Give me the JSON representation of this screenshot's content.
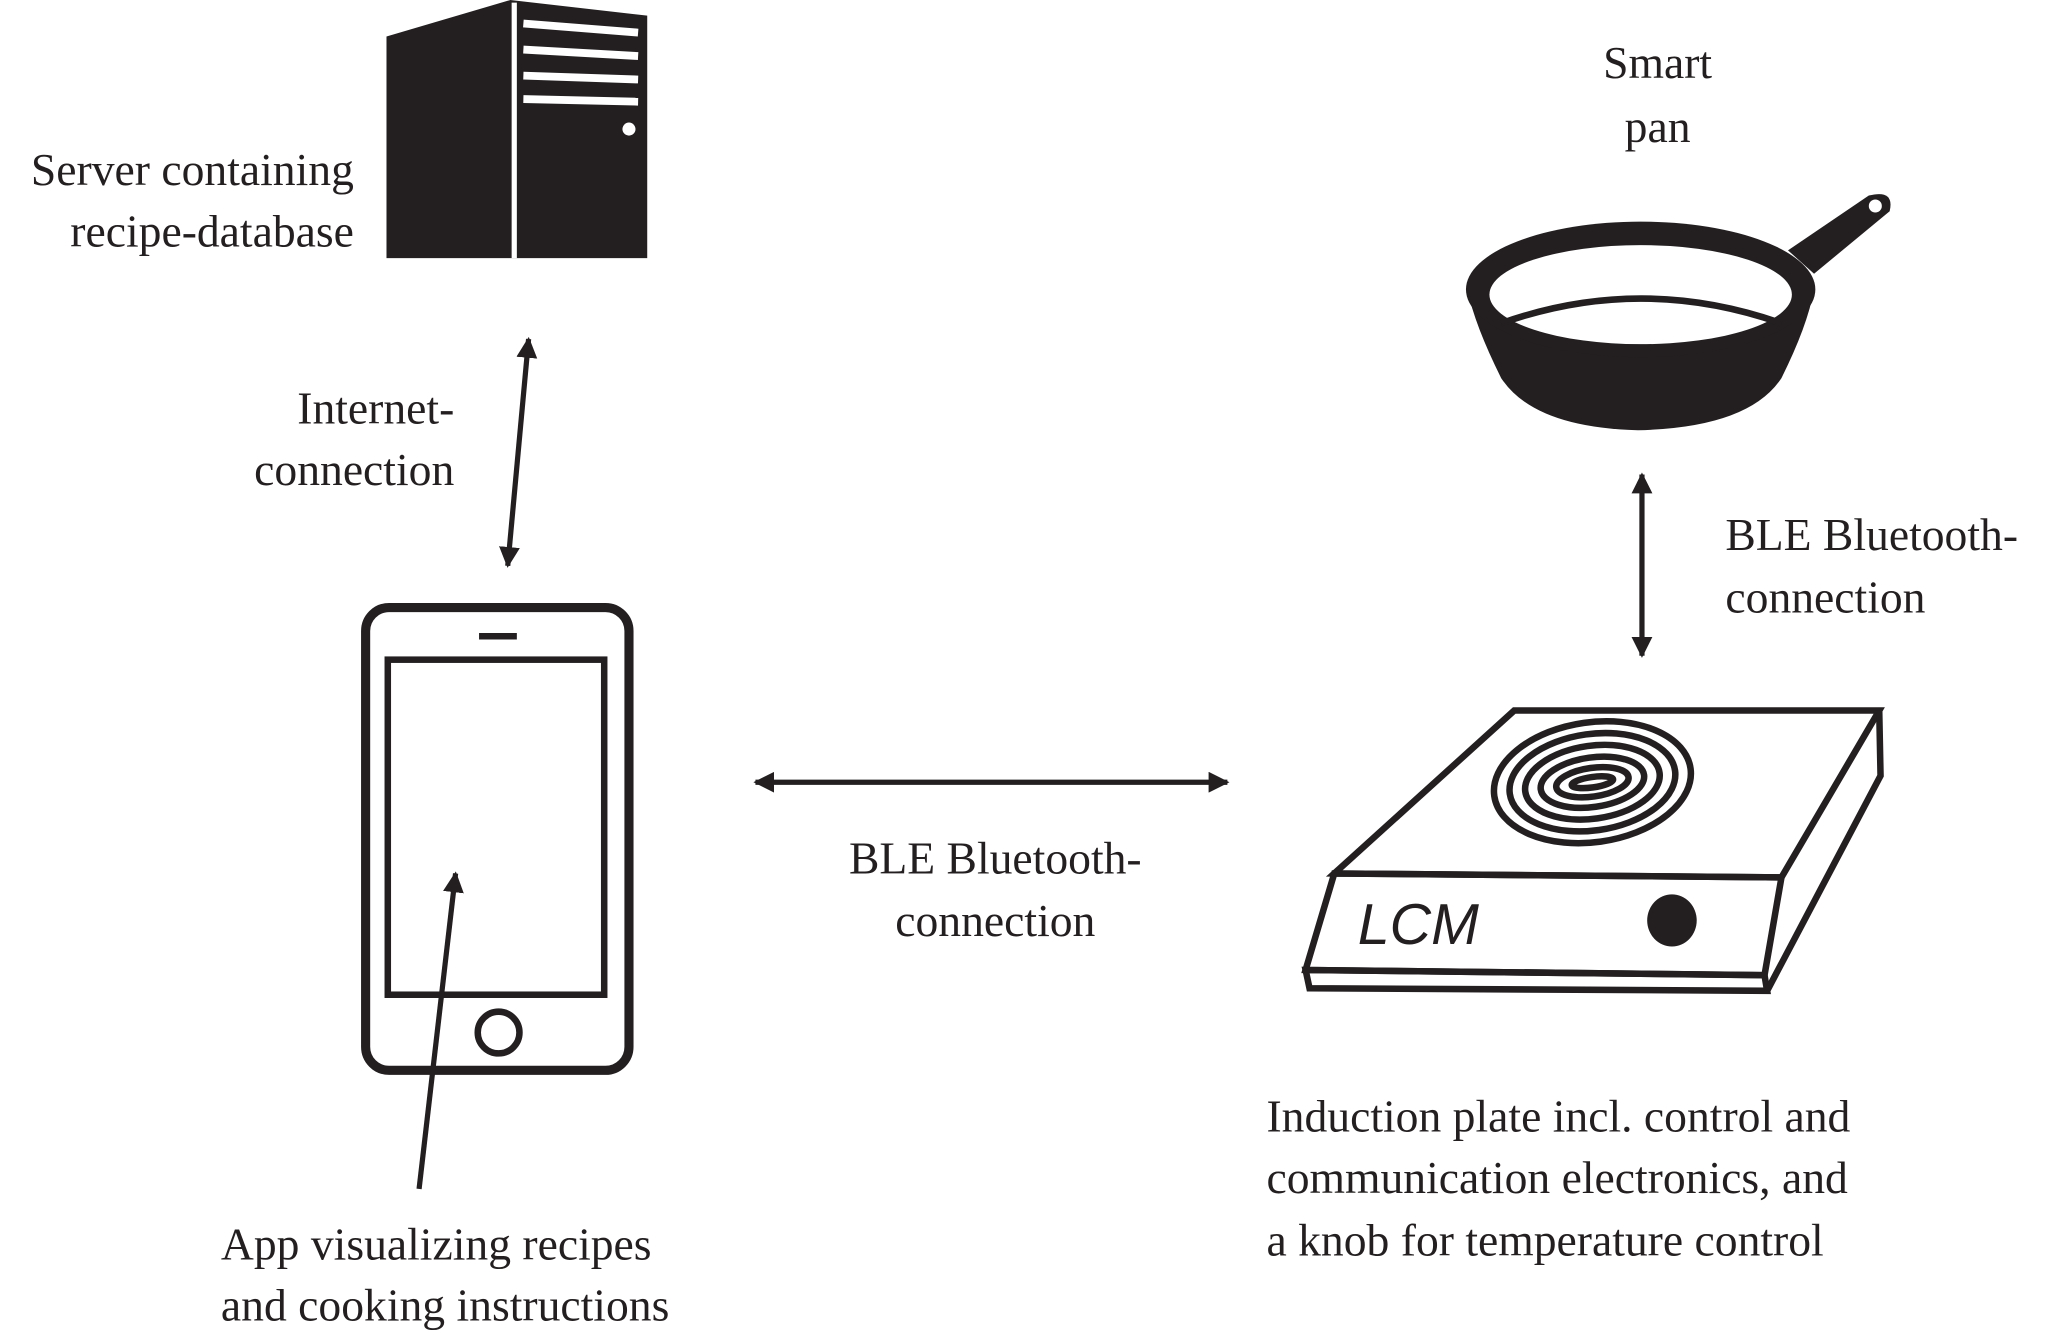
{
  "server": {
    "label_lines": [
      "Server containing",
      "recipe-database"
    ],
    "icon": "server-tower-icon"
  },
  "internet_link": {
    "label_lines": [
      "Internet-",
      "connection"
    ]
  },
  "phone": {
    "icon": "smartphone-icon"
  },
  "app": {
    "label_lines": [
      "App visualizing recipes",
      "and cooking instructions"
    ]
  },
  "phone_plate_link": {
    "label_lines": [
      "BLE Bluetooth-",
      "connection"
    ]
  },
  "pan": {
    "label_lines": [
      "Smart",
      "pan"
    ],
    "icon": "frying-pan-icon"
  },
  "pan_plate_link": {
    "label_lines": [
      "BLE Bluetooth-",
      "connection"
    ]
  },
  "plate": {
    "brand": "LCM",
    "icon": "induction-plate-icon",
    "label_lines": [
      "Induction plate incl. control and",
      "communication electronics, and",
      "a knob for temperature control"
    ]
  },
  "colors": {
    "ink": "#231f20",
    "background": "#ffffff"
  }
}
